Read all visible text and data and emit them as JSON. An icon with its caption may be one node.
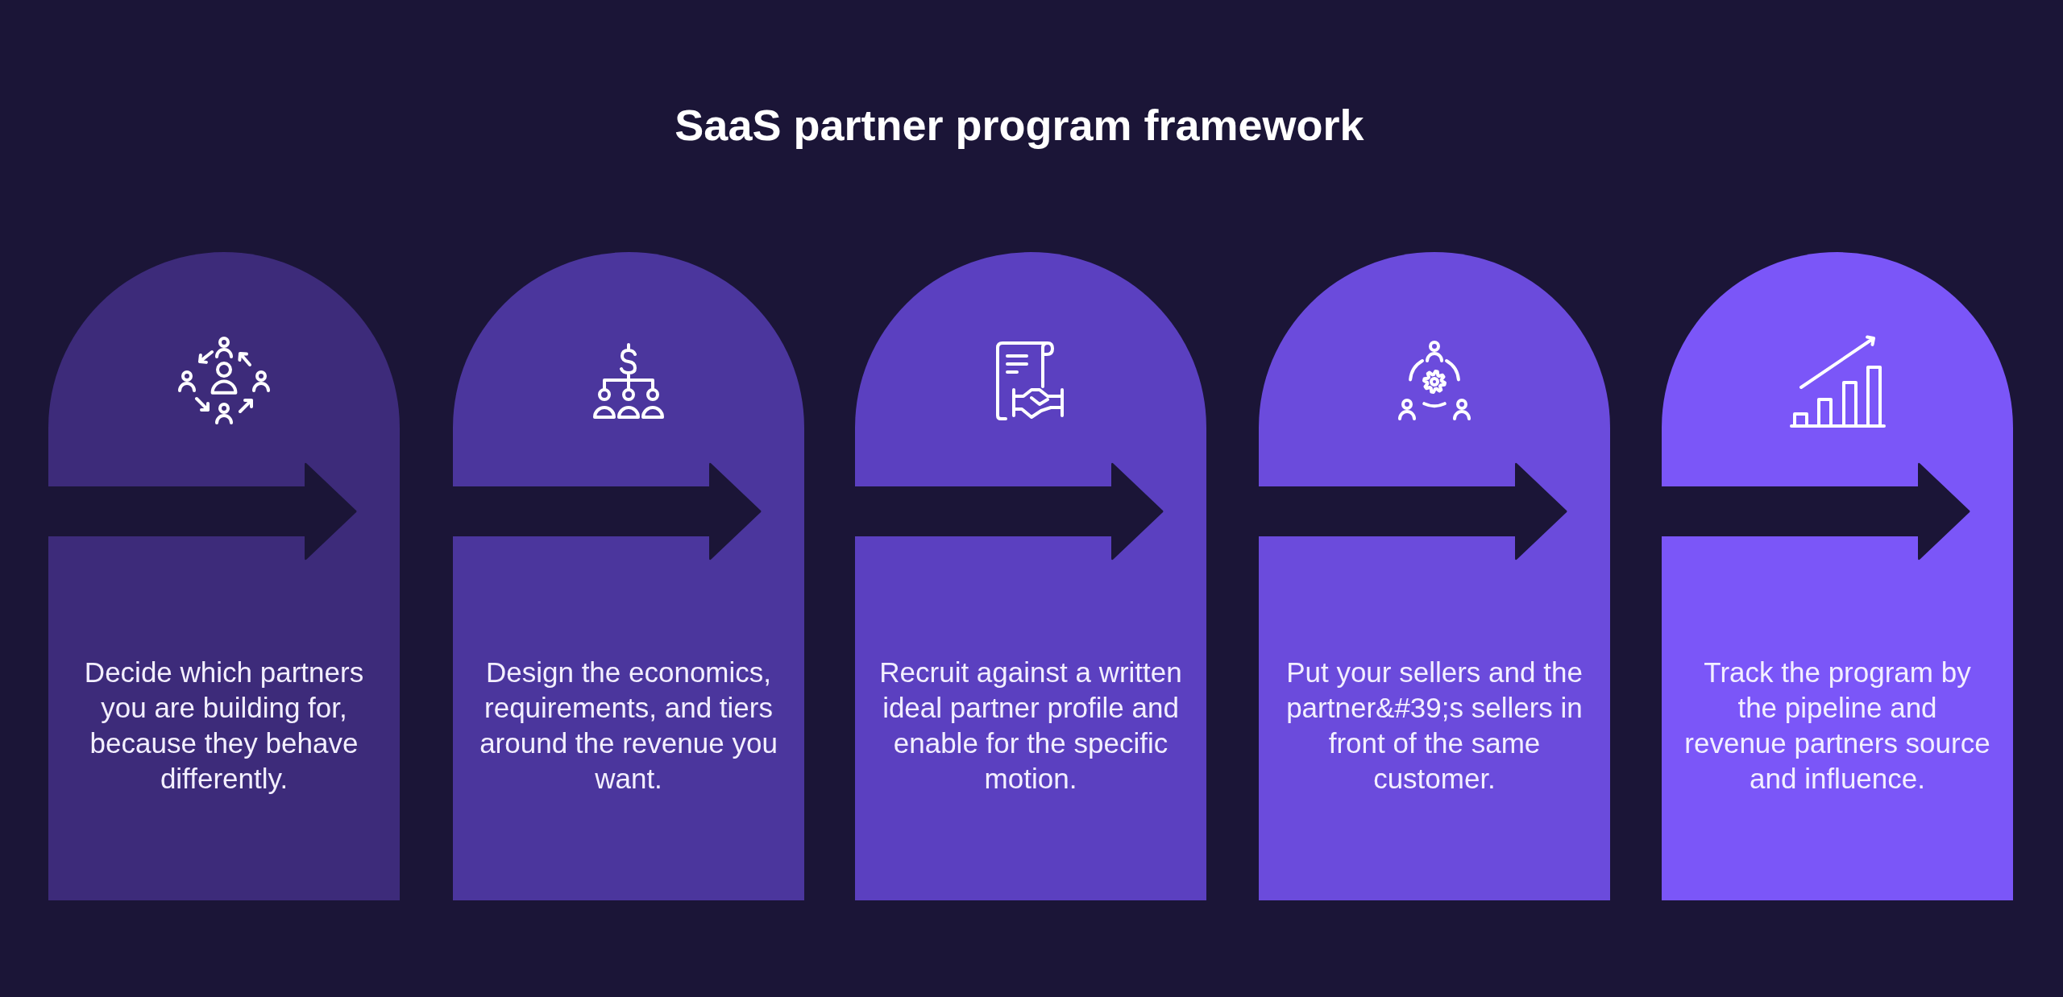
{
  "diagram": {
    "title": "SaaS partner program framework",
    "nodes": [
      {
        "text": [
          "Decide which partners you are building for, because they behave differently."
        ]
      },
      {
        "text": [
          "Design the economics, requirements, and tiers around the revenue you want."
        ]
      },
      {
        "text": [
          "Recruit against a written ideal partner profile and enable for the specific motion."
        ]
      },
      {
        "text": [
          "Put your sellers and the partner&#39;s sellers in front of the same customer."
        ]
      },
      {
        "text": [
          "Track the program by the pipeline and revenue partners source and influence."
        ]
      }
    ]
  }
}
